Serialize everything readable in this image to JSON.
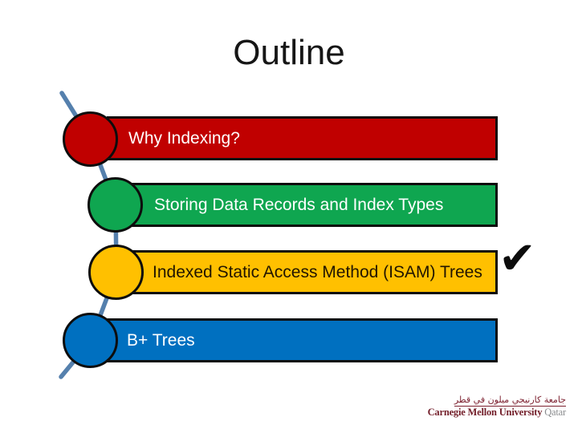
{
  "slide": {
    "title": "Outline",
    "outline_items": [
      {
        "label": "Why Indexing?",
        "color": "#c00000",
        "text_color": "#ffffff",
        "checked": false
      },
      {
        "label": "Storing Data Records and Index Types",
        "color": "#0fa650",
        "text_color": "#ffffff",
        "checked": false
      },
      {
        "label": "Indexed Static Access Method (ISAM) Trees",
        "color": "#ffc000",
        "text_color": "#211500",
        "checked": true
      },
      {
        "label": "B+ Trees",
        "color": "#0070c0",
        "text_color": "#ffffff",
        "checked": false
      }
    ],
    "checkmark_glyph": "✔",
    "connector_color": "#5580ad",
    "shape_outline_color": "#0d0d0d"
  },
  "footer_logo": {
    "arabic_text": "جامعة كارنيجي ميلون في قطر",
    "arabic_color": "#7d2130",
    "university_name": "Carnegie Mellon University",
    "university_color": "#731f2a",
    "campus": "Qatar",
    "campus_color": "#8a8c8e"
  }
}
